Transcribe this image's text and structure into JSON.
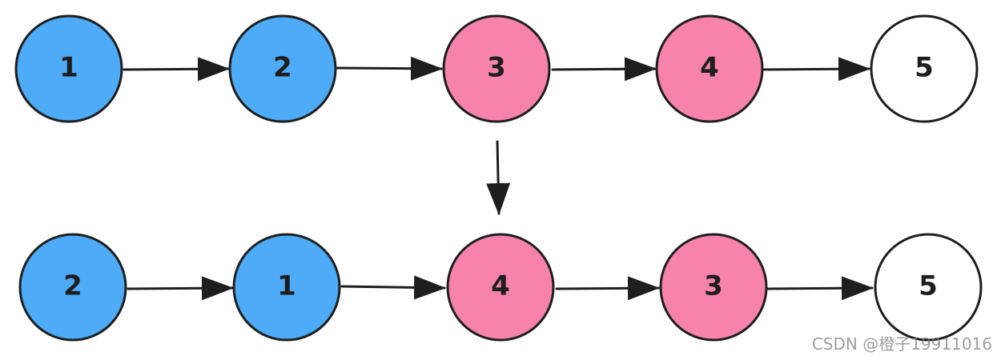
{
  "diagram": {
    "colors": {
      "blue": "#4dabf7",
      "pink": "#f783ac",
      "white": "#ffffff",
      "stroke": "#1e1e1e"
    },
    "rows": [
      {
        "nodes": [
          {
            "label": "1",
            "fill": "#4dabf7"
          },
          {
            "label": "2",
            "fill": "#4dabf7"
          },
          {
            "label": "3",
            "fill": "#f783ac"
          },
          {
            "label": "4",
            "fill": "#f783ac"
          },
          {
            "label": "5",
            "fill": "#ffffff"
          }
        ]
      },
      {
        "nodes": [
          {
            "label": "2",
            "fill": "#4dabf7"
          },
          {
            "label": "1",
            "fill": "#4dabf7"
          },
          {
            "label": "4",
            "fill": "#f783ac"
          },
          {
            "label": "3",
            "fill": "#f783ac"
          },
          {
            "label": "5",
            "fill": "#ffffff"
          }
        ]
      }
    ]
  },
  "watermark": "CSDN @橙子19911016"
}
